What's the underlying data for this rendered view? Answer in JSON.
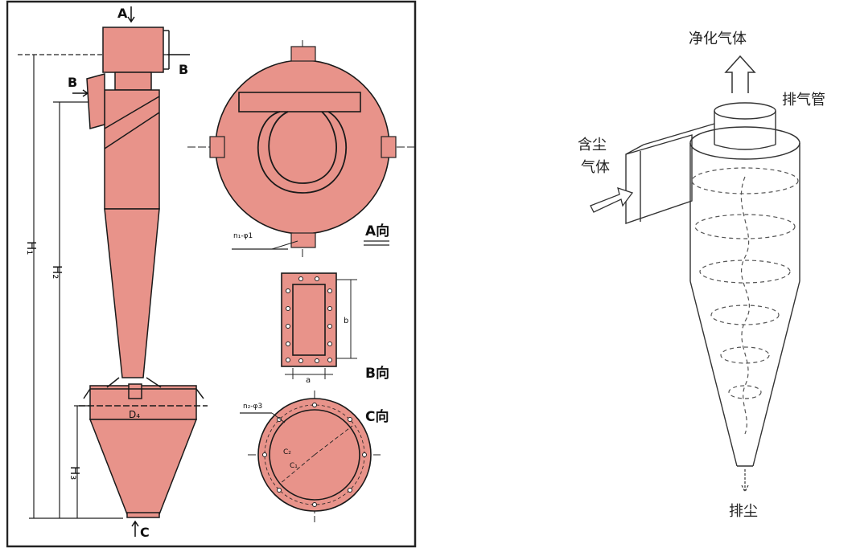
{
  "left_diagram": {
    "colors": {
      "body_fill": "#e8938a",
      "stroke": "#1a1a1a",
      "frame": "#222222"
    },
    "labels": {
      "a_arrow": "A",
      "b_top": "B",
      "b_side": "B",
      "h1": "H₁",
      "h2": "H₂",
      "h3": "H₃",
      "d4": "D₄",
      "c_bottom": "C",
      "view_a": "A向",
      "view_b": "B向",
      "view_c": "C向",
      "flange_a": "n₁-φ1",
      "flange_c": "n₂-φ3",
      "dim_a": "a",
      "dim_b": "b",
      "c2": "C₂",
      "c1": "C₁"
    }
  },
  "right_diagram": {
    "labels": {
      "clean_gas": "净化气体",
      "exhaust_pipe": "排气管",
      "dusty_gas_1": "含尘",
      "dusty_gas_2": "气体",
      "dust_out": "排尘"
    }
  }
}
